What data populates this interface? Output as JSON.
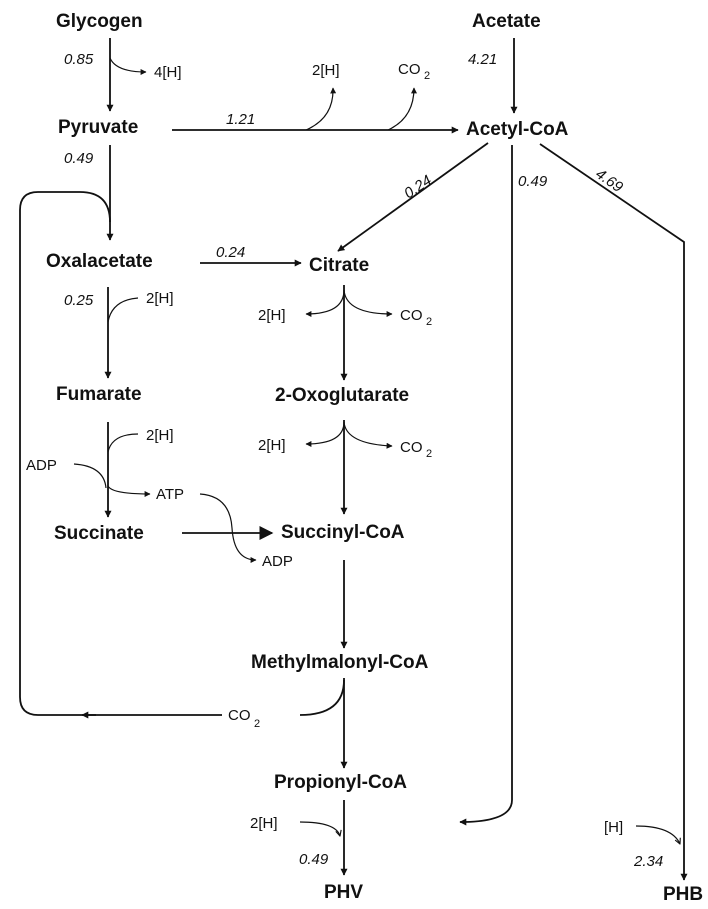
{
  "metabolites": {
    "glycogen": "Glycogen",
    "pyruvate": "Pyruvate",
    "oxalacetate": "Oxalacetate",
    "fumarate": "Fumarate",
    "succinate": "Succinate",
    "acetate": "Acetate",
    "acetyl_coa": "Acetyl-CoA",
    "citrate": "Citrate",
    "oxoglutarate": "2-Oxoglutarate",
    "succinyl_coa": "Succinyl-CoA",
    "methylmalonyl_coa": "Methylmalonyl-CoA",
    "propionyl_coa": "Propionyl-CoA",
    "phv": "PHV",
    "phb": "PHB"
  },
  "fluxes": {
    "glycogen_pyruvate": "0.85",
    "acetate_acetylcoa": "4.21",
    "pyruvate_acetylcoa": "1.21",
    "pyruvate_oxalacetate": "0.49",
    "acetylcoa_citrate": "0.24",
    "acetylcoa_phv": "0.49",
    "acetylcoa_phb": "4.69",
    "oxalacetate_citrate": "0.24",
    "oxalacetate_fumarate": "0.25",
    "propionyl_phv": "0.49",
    "to_phb": "2.34"
  },
  "cofactors": {
    "four_h": "4[H]",
    "two_h": "2[H]",
    "co": "CO",
    "co_sub": "2",
    "adp": "ADP",
    "atp": "ATP",
    "h": "[H]"
  }
}
